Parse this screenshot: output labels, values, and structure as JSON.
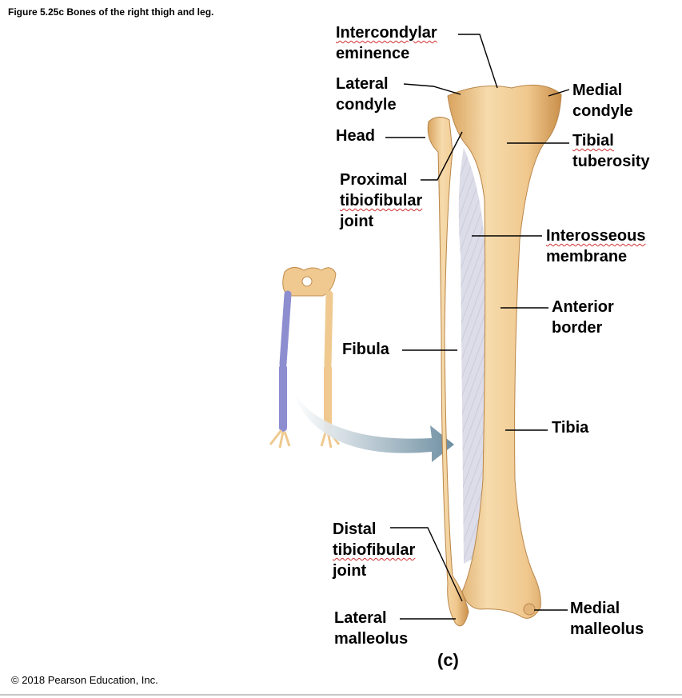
{
  "figure_title": "Figure 5.25c Bones of the right thigh and leg.",
  "copyright": "© 2018 Pearson Education, Inc.",
  "panel_label": "(c)",
  "labels": {
    "intercondylar_eminence": [
      "Intercondylar",
      "eminence"
    ],
    "lateral_condyle": [
      "Lateral",
      "condyle"
    ],
    "head": [
      "Head"
    ],
    "proximal_tibiofibular_joint": [
      "Proximal",
      "tibiofibular",
      "joint"
    ],
    "medial_condyle": [
      "Medial",
      "condyle"
    ],
    "tibial_tuberosity": [
      "Tibial",
      "tuberosity"
    ],
    "interosseous_membrane": [
      "Interosseous",
      "membrane"
    ],
    "anterior_border": [
      "Anterior",
      "border"
    ],
    "fibula": [
      "Fibula"
    ],
    "tibia": [
      "Tibia"
    ],
    "distal_tibiofibular_joint": [
      "Distal",
      "tibiofibular",
      "joint"
    ],
    "lateral_malleolus": [
      "Lateral",
      "malleolus"
    ],
    "medial_malleolus": [
      "Medial",
      "malleolus"
    ]
  },
  "colors": {
    "bone": "#f3cf98",
    "bone_shadow": "#d9a35e",
    "membrane": "#dcdcea",
    "highlight": "#8f8fcf",
    "arrow": "#7b98a8"
  }
}
